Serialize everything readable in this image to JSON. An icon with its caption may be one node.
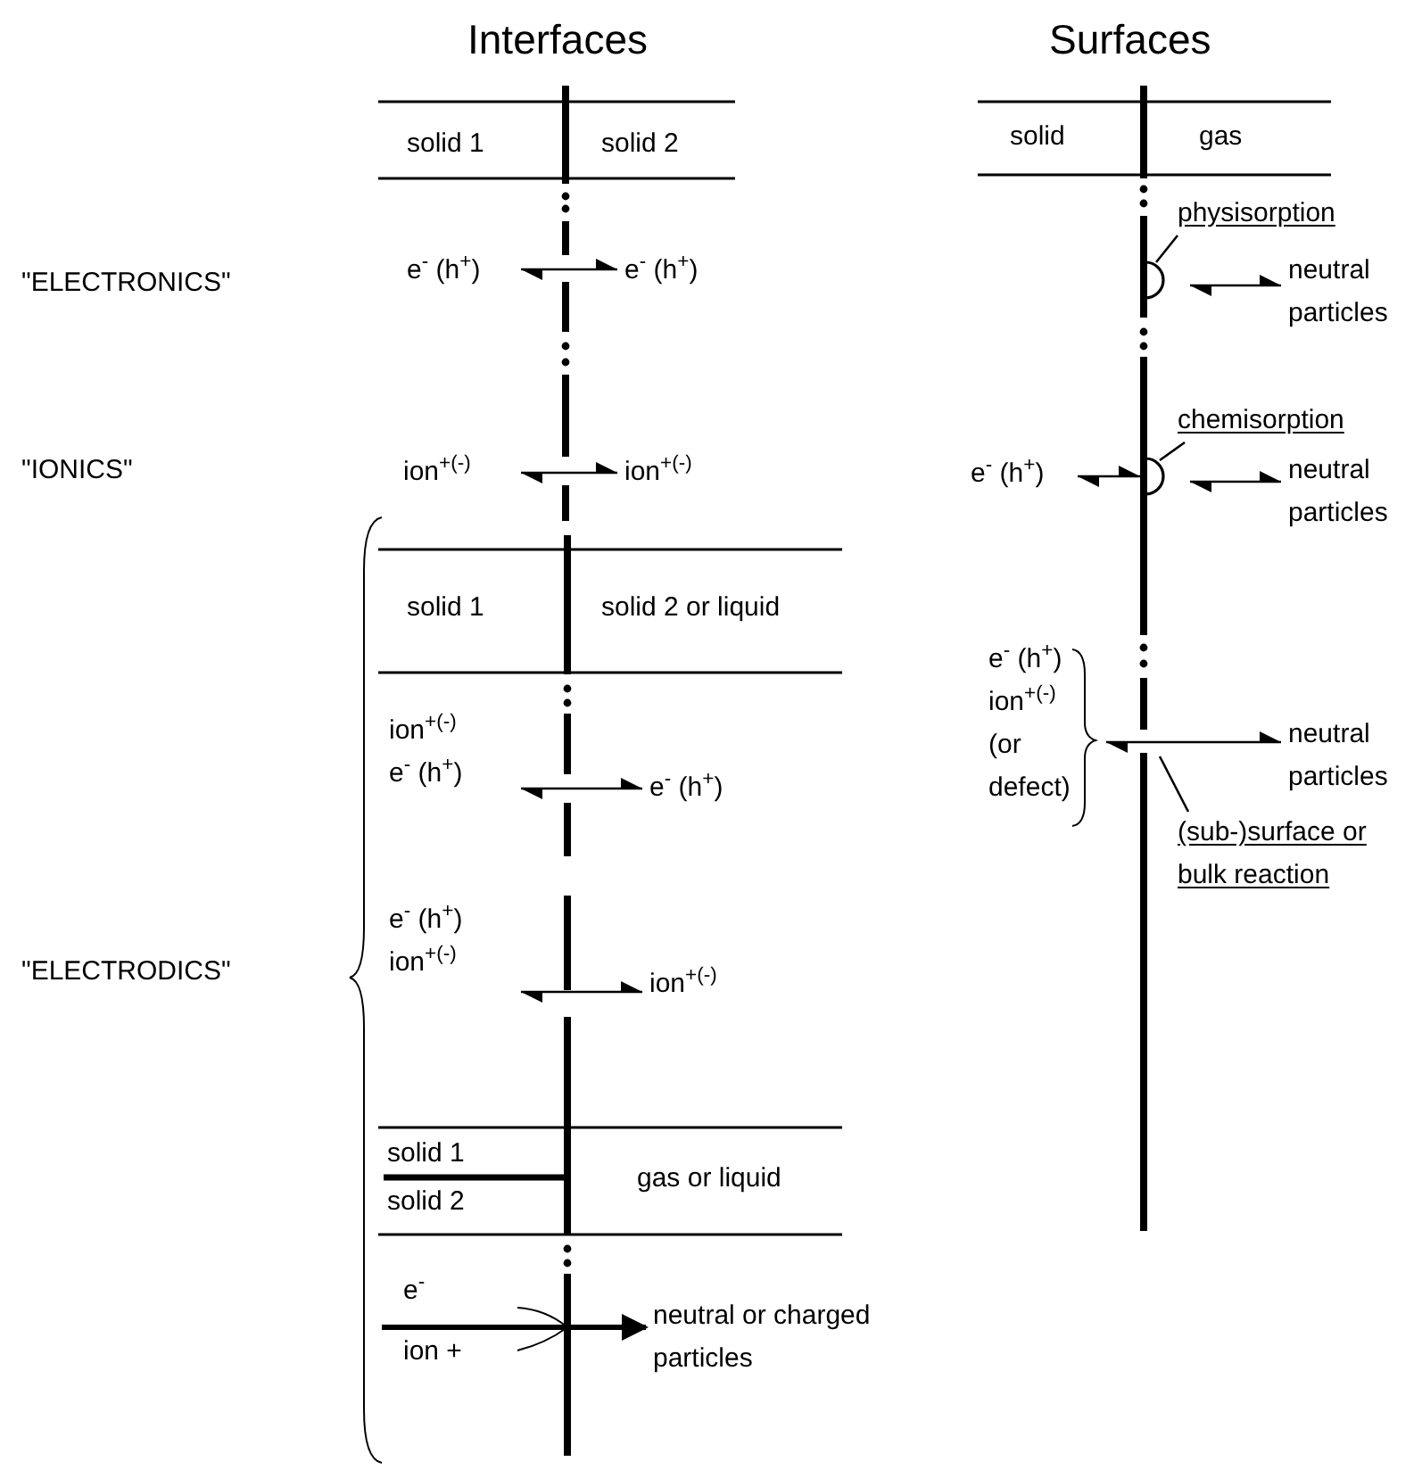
{
  "diagram": {
    "nodes": [
      {
        "text": [
          "e$^{-}$ (h$^{+}$)"
        ]
      },
      {
        "text": [
          "e$^{-}$ (h$^{+}$)"
        ]
      },
      {
        "text": [
          "ion$^{+(-)}$"
        ]
      },
      {
        "text": [
          "ion$^{+(-)}$"
        ]
      },
      {
        "text": [
          "ion$^{+(-)}$",
          "e$^{-}$ (h$^{+}$)"
        ]
      },
      {
        "text": [
          "e$^{-}$ (h$^{+}$)"
        ]
      },
      {
        "text": [
          "e$^{-}$ (h$^{+}$)",
          "ion$^{+(-)}$"
        ]
      },
      {
        "text": [
          "ion$^{+(-)}$"
        ]
      },
      {
        "text": [
          "e$^{-}$",
          "ion +"
        ]
      },
      {
        "text": [
          "neutral or charged particles"
        ]
      },
      {
        "text": [
          "neutral particles"
        ]
      },
      {
        "text": [
          "e$^{-}$ (h$^{+}$)"
        ]
      },
      {
        "text": [
          "neutral particles"
        ]
      },
      {
        "text": [
          "e$^{-}$ (h$^{+}$)",
          "ion$^{+(-)}$",
          "(or defect)"
        ]
      },
      {
        "text": [
          "neutral particles"
        ]
      },
      {
        "text": [
          "physisorption"
        ]
      },
      {
        "text": [
          "chemisorption"
        ]
      },
      {
        "text": [
          "(sub-)surface or bulk reaction"
        ]
      },
      {
        "text": [],
        "shape": "arc"
      },
      {
        "text": [],
        "shape": "arc"
      }
    ],
    "edges": [
      {
        "from": 0,
        "to": 1,
        "arrow": "both"
      },
      {
        "from": 2,
        "to": 3,
        "arrow": "both"
      },
      {
        "from": 4,
        "to": 5,
        "arrow": "both"
      },
      {
        "from": 6,
        "to": 7,
        "arrow": "both"
      },
      {
        "from": 8,
        "to": 9,
        "arrow": "to",
        "style": "thick"
      },
      {
        "from": 18,
        "to": 10,
        "arrow": "both"
      },
      {
        "from": 11,
        "to": 19,
        "arrow": "both"
      },
      {
        "from": 19,
        "to": 12,
        "arrow": "both"
      },
      {
        "from": 13,
        "to": 14,
        "arrow": "both"
      },
      {
        "from": 15,
        "to": 18,
        "arrow": "none"
      },
      {
        "from": 16,
        "to": 19,
        "arrow": "none"
      },
      {
        "from": 17,
        "to": null,
        "arrow": "none"
      }
    ],
    "labels": [
      "Interfaces",
      "Surfaces",
      "solid 1",
      "solid 2",
      "solid",
      "gas",
      "\"ELECTRONICS\"",
      "\"IONICS\"",
      "solid 1",
      "solid 2 or liquid",
      "\"ELECTRODICS\"",
      "solid 1",
      "solid 2",
      "gas or liquid"
    ]
  }
}
